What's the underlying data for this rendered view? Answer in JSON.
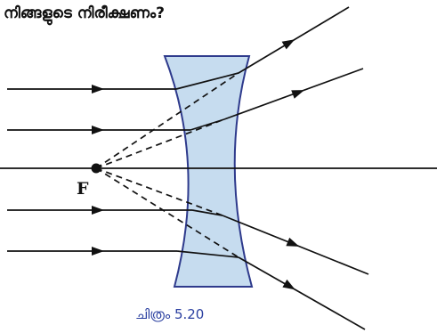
{
  "figure": {
    "heading": "നിങ്ങളുടെ നിരീക്ഷണം?",
    "focus_label": "F",
    "caption": "ചിത്രം 5.20",
    "lens_type": "concave",
    "colors": {
      "lens_fill": "#c6dcef",
      "lens_stroke": "#2e3a8c",
      "caption_color": "#2a3fa0"
    }
  }
}
